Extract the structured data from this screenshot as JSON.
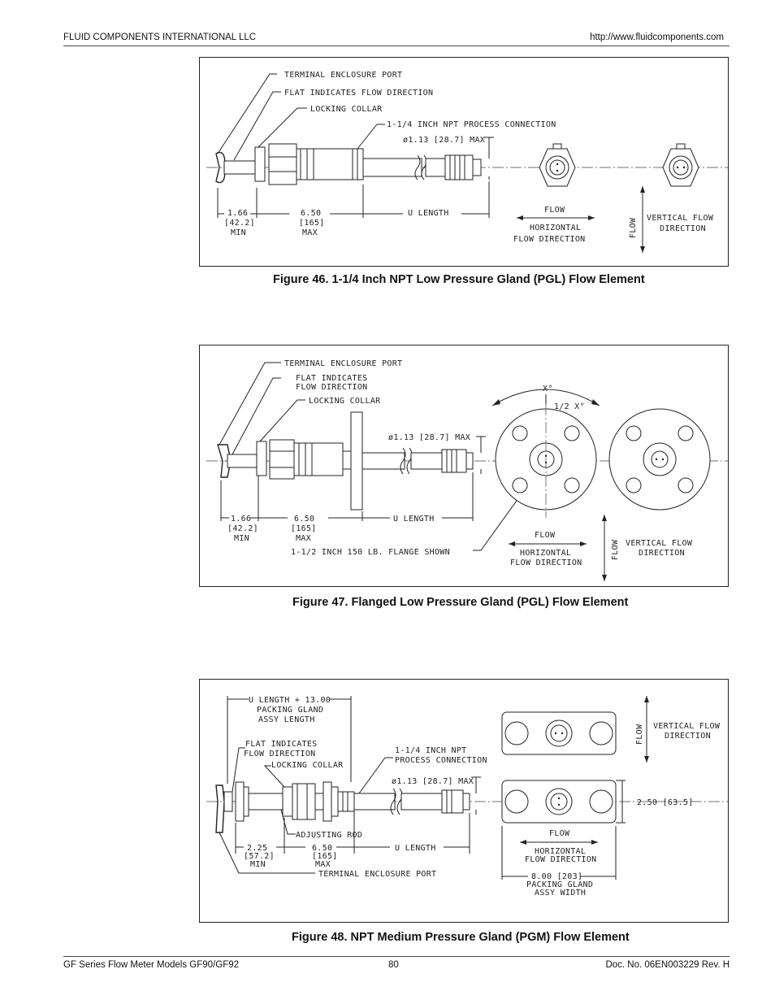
{
  "header": {
    "company": "FLUID COMPONENTS INTERNATIONAL LLC",
    "url": "http://www.fluidcomponents.com"
  },
  "figures": [
    {
      "caption": "Figure 46.  1-1/4 Inch NPT Low Pressure Gland (PGL) Flow Element",
      "labels": {
        "terminal_port": "TERMINAL ENCLOSURE PORT",
        "flat_indicates": "FLAT INDICATES FLOW DIRECTION",
        "locking_collar": "LOCKING COLLAR",
        "process_connection": "1-1/4 INCH NPT PROCESS CONNECTION",
        "diameter": "ø1.13 [28.7] MAX",
        "dim1": "1.66",
        "dim1_mm": "[42.2]",
        "dim1_note": "MIN",
        "dim2": "6.50",
        "dim2_mm": "[165]",
        "dim2_note": "MAX",
        "u_length": "U LENGTH",
        "flow": "FLOW",
        "horizontal": "HORIZONTAL",
        "flow_direction": "FLOW DIRECTION",
        "vertical_flow": "VERTICAL FLOW",
        "direction": "DIRECTION",
        "flow_vertical": "FLOW"
      }
    },
    {
      "caption": "Figure 47.  Flanged Low Pressure Gland (PGL) Flow Element",
      "labels": {
        "terminal_port": "TERMINAL ENCLOSURE PORT",
        "flat_indicates_1": "FLAT INDICATES",
        "flat_indicates_2": "FLOW DIRECTION",
        "locking_collar": "LOCKING COLLAR",
        "diameter": "ø1.13 [28.7] MAX",
        "x_label": "X°",
        "half_x_label": "1/2 X°",
        "dim1": "1.66",
        "dim1_mm": "[42.2]",
        "dim1_note": "MIN",
        "dim2": "6.50",
        "dim2_mm": "[165]",
        "dim2_note": "MAX",
        "u_length": "U LENGTH",
        "flange_shown": "1-1/2 INCH 150 LB. FLANGE SHOWN",
        "flow": "FLOW",
        "horizontal": "HORIZONTAL",
        "flow_direction": "FLOW DIRECTION",
        "vertical_flow": "VERTICAL FLOW",
        "direction": "DIRECTION",
        "flow_vertical": "FLOW"
      }
    },
    {
      "caption": "Figure 48.  NPT Medium Pressure Gland (PGM) Flow Element",
      "labels": {
        "u_length_plus": "U LENGTH + 13.00",
        "packing_gland": "PACKING GLAND",
        "assy_length": "ASSY LENGTH",
        "flat_indicates_1": "FLAT INDICATES",
        "flat_indicates_2": "FLOW DIRECTION",
        "locking_collar": "LOCKING COLLAR",
        "npt_1": "1-1/4 INCH NPT",
        "npt_2": "PROCESS CONNECTION",
        "diameter": "ø1.13 [28.7] MAX",
        "adjusting_rod": "ADJUSTING ROD",
        "dim1": "2.25",
        "dim1_mm": "[57.2]",
        "dim1_note": "MIN",
        "dim2": "6.50",
        "dim2_mm": "[165]",
        "dim2_note": "MAX",
        "u_length": "U LENGTH",
        "terminal_port": "TERMINAL ENCLOSURE PORT",
        "flow_vertical": "FLOW",
        "vertical_flow": "VERTICAL FLOW",
        "direction": "DIRECTION",
        "width_dim": "2.50 [63.5]",
        "flow": "FLOW",
        "horizontal": "HORIZONTAL",
        "flow_direction": "FLOW DIRECTION",
        "assy_width_1": "8.00 [203]",
        "assy_width_2": "PACKING GLAND",
        "assy_width_3": "ASSY WIDTH"
      }
    }
  ],
  "footer": {
    "model": "GF Series Flow Meter Models GF90/GF92",
    "page": "80",
    "doc": "Doc. No. 06EN003229 Rev. H"
  }
}
